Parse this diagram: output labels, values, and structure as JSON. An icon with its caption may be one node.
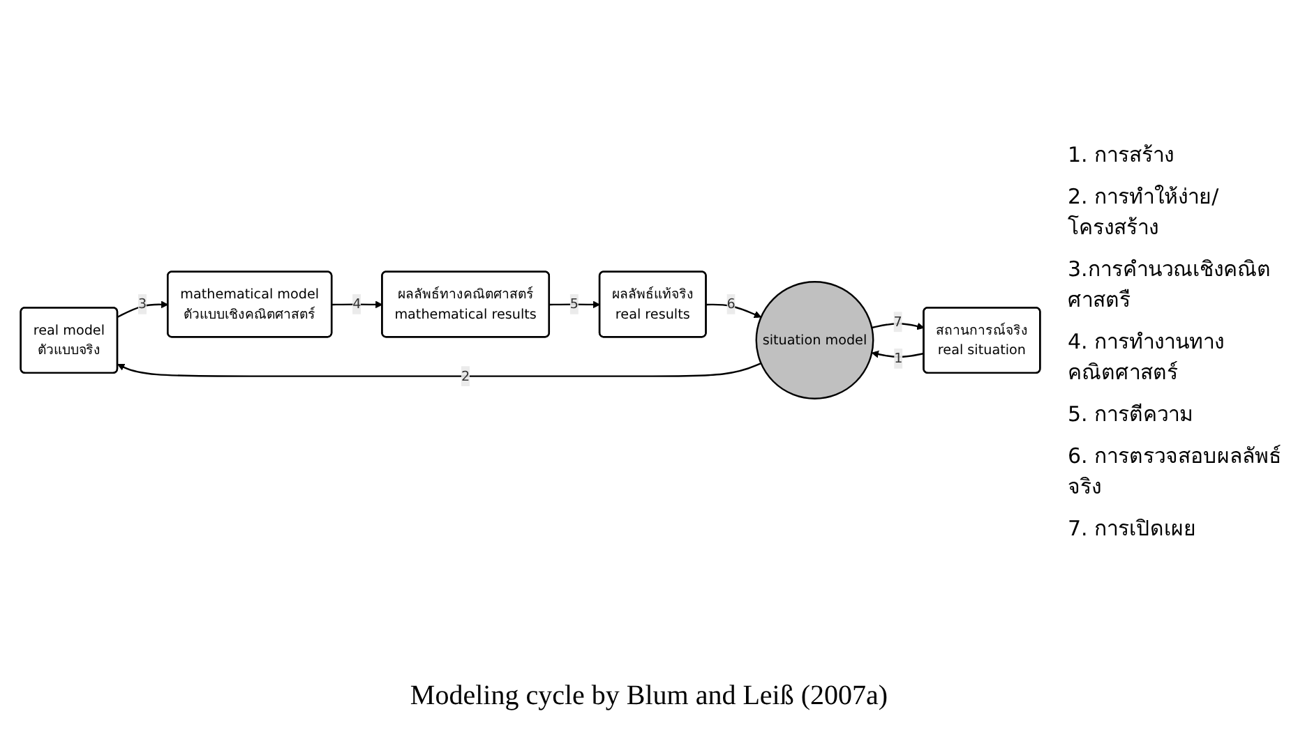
{
  "diagram": {
    "caption": "Modeling cycle by Blum and Leiß (2007a)",
    "nodes": [
      {
        "text": [
          "real model",
          "ตัวแบบจริง"
        ]
      },
      {
        "text": [
          "mathematical model",
          "ตัวแบบเชิงคณิตศาสตร์"
        ]
      },
      {
        "text": [
          "สถานการณ์จริง",
          "real situation"
        ]
      },
      {
        "text": [
          "situation model"
        ]
      },
      {
        "text": [
          "ผลลัพธ์แท้จริง",
          "real results"
        ]
      },
      {
        "text": [
          "ผลลัพธ์ทางคณิตศาสตร์",
          "mathematical results"
        ]
      }
    ],
    "edges": [
      {
        "from": 2,
        "to": 3,
        "arrow": "to",
        "label": "1"
      },
      {
        "from": 3,
        "to": 0,
        "arrow": "to",
        "label": "2"
      },
      {
        "from": 0,
        "to": 1,
        "arrow": "to",
        "label": "3"
      },
      {
        "from": 1,
        "to": 5,
        "arrow": "to",
        "label": "4"
      },
      {
        "from": 5,
        "to": 4,
        "arrow": "to",
        "label": "5"
      },
      {
        "from": 4,
        "to": 3,
        "arrow": "to",
        "label": "6"
      },
      {
        "from": 3,
        "to": 2,
        "arrow": "to",
        "label": "7"
      }
    ],
    "labels": [
      "1. การสร้าง",
      "2. การทำให้ง่าย/โครงสร้าง",
      "3.การคำนวณเชิงคณิตศาสตรื",
      "4. การทำงานทางคณิตศาสตร์",
      "5. การตีความ",
      "6. การตรวจสอบผลลัพธ์จริง",
      "7. การเปิดเผย"
    ]
  }
}
